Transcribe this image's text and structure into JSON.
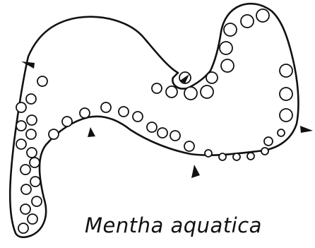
{
  "figure": {
    "caption": "Mentha aquatica",
    "circle_count": 47,
    "marker_count": 5,
    "line_color": "#111111",
    "background_color": "#ffffff"
  }
}
